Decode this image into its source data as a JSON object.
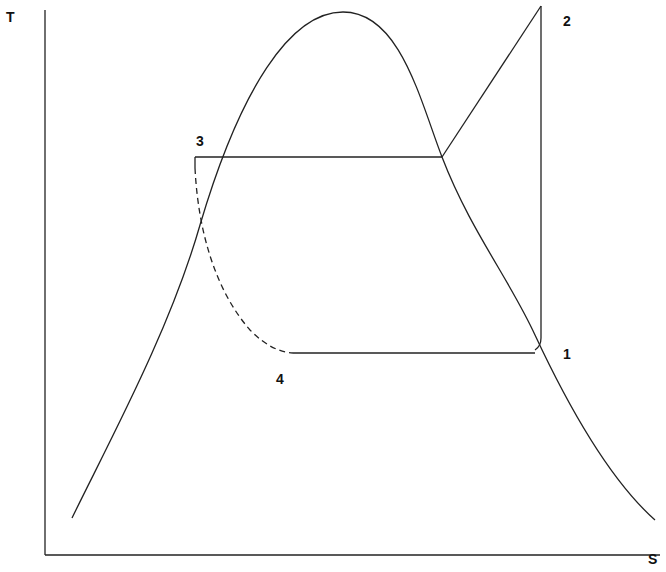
{
  "diagram": {
    "labels": [
      "T",
      "S",
      "1",
      "2",
      "3",
      "4"
    ]
  }
}
